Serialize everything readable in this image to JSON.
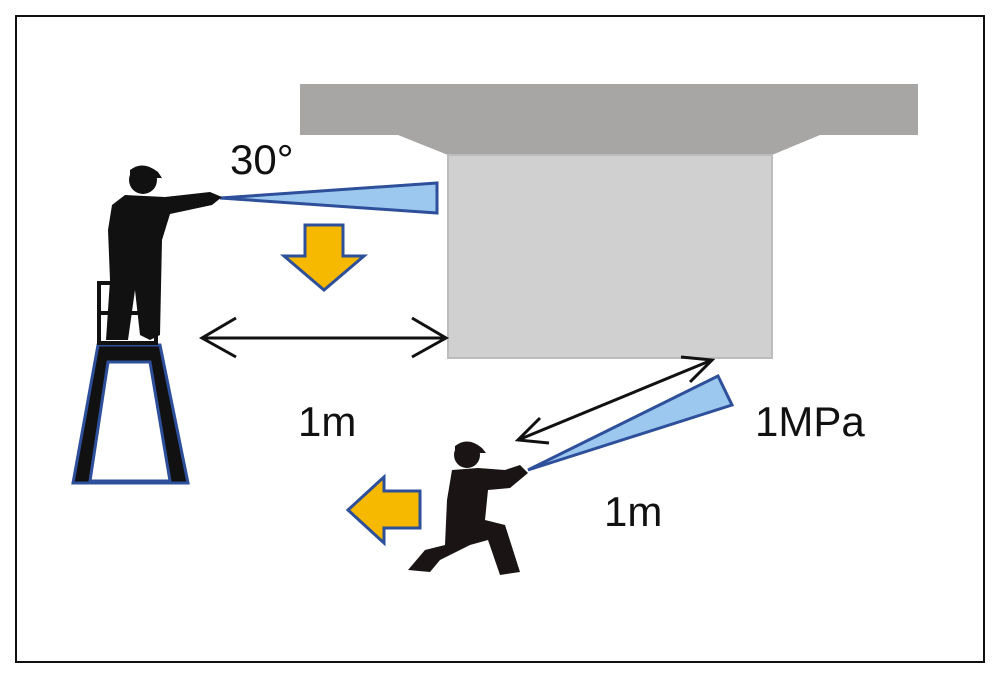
{
  "labels": {
    "angle": "30°",
    "distance_horizontal": "1m",
    "pressure": "1MPa",
    "distance_diagonal": "1m"
  },
  "colors": {
    "deck": "#a7a6a5",
    "girder": "#d1d0d1",
    "spray_fill": "#9cc8f0",
    "spray_stroke": "#2e4f9a",
    "arrow_fill": "#f7b800",
    "arrow_stroke": "#2e4f9a",
    "silhouette": "#111111"
  }
}
